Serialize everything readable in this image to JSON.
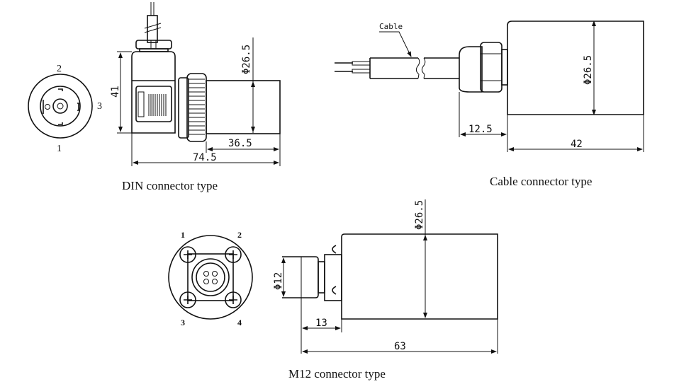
{
  "drawings": {
    "din": {
      "caption": "DIN connector type",
      "pins": {
        "p1": "1",
        "p2": "2",
        "p3": "3"
      },
      "dims": {
        "height": "41",
        "diameter": "Φ26.5",
        "body_length": "36.5",
        "total_length": "74.5"
      }
    },
    "cable": {
      "caption": "Cable connector type",
      "cable_label": "Cable",
      "dims": {
        "diameter": "Φ26.5",
        "fitting_length": "12.5",
        "body_length": "42"
      }
    },
    "m12": {
      "caption": "M12 connector type",
      "pins": {
        "p1": "1",
        "p2": "2",
        "p3": "3",
        "p4": "4"
      },
      "dims": {
        "connector_diameter": "Φ12",
        "diameter": "Φ26.5",
        "connector_length": "13",
        "total_length": "63"
      }
    }
  }
}
